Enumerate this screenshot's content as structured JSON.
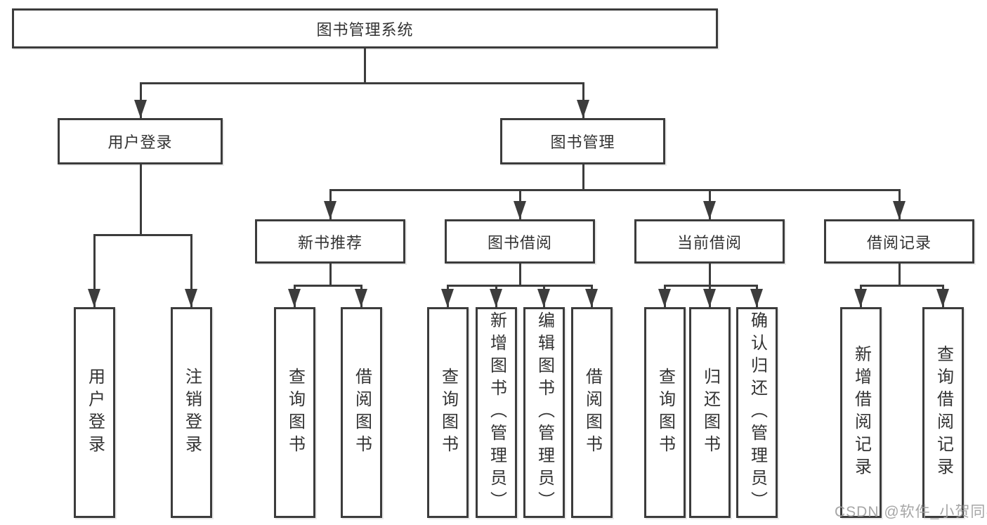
{
  "diagram": {
    "root": {
      "label": "图书管理系统"
    },
    "level2": [
      {
        "label": "用户登录",
        "children": [
          {
            "label": "用户登录"
          },
          {
            "label": "注销登录"
          }
        ]
      },
      {
        "label": "图书管理",
        "children": [
          {
            "label": "新书推荐",
            "children": [
              {
                "label": "查询图书"
              },
              {
                "label": "借阅图书"
              }
            ]
          },
          {
            "label": "图书借阅",
            "children": [
              {
                "label": "查询图书"
              },
              {
                "label": "新增图书（管理员）"
              },
              {
                "label": "编辑图书（管理员）"
              },
              {
                "label": "借阅图书"
              }
            ]
          },
          {
            "label": "当前借阅",
            "children": [
              {
                "label": "查询图书"
              },
              {
                "label": "归还图书"
              },
              {
                "label": "确认归还（管理员）"
              }
            ]
          },
          {
            "label": "借阅记录",
            "children": [
              {
                "label": "新增借阅记录"
              },
              {
                "label": "查询借阅记录"
              }
            ]
          }
        ]
      }
    ]
  },
  "watermark": {
    "text": "CSDN @软件_小贺同学"
  },
  "colors": {
    "line": "#3c3c3c",
    "text": "#333333",
    "background": "#ffffff",
    "watermark": "#9e9e9e"
  }
}
